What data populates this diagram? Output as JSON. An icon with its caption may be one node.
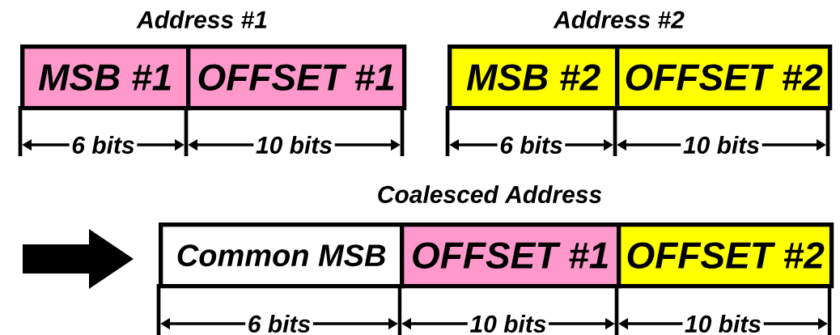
{
  "diagram": {
    "nodes": [
      {
        "text": [
          "MSB #1"
        ]
      },
      {
        "text": [
          "OFFSET #1"
        ]
      },
      {
        "text": [
          "MSB #2"
        ]
      },
      {
        "text": [
          "OFFSET #2"
        ]
      },
      {
        "text": [
          "Common MSB"
        ]
      },
      {
        "text": [
          "OFFSET #1"
        ]
      },
      {
        "text": [
          "OFFSET #2"
        ]
      }
    ],
    "labels": [
      "Address #1",
      "Address #2",
      "6 bits",
      "10 bits",
      "6 bits",
      "10 bits",
      "Coalesced Address",
      "6 bits",
      "10 bits",
      "10 bits"
    ]
  }
}
